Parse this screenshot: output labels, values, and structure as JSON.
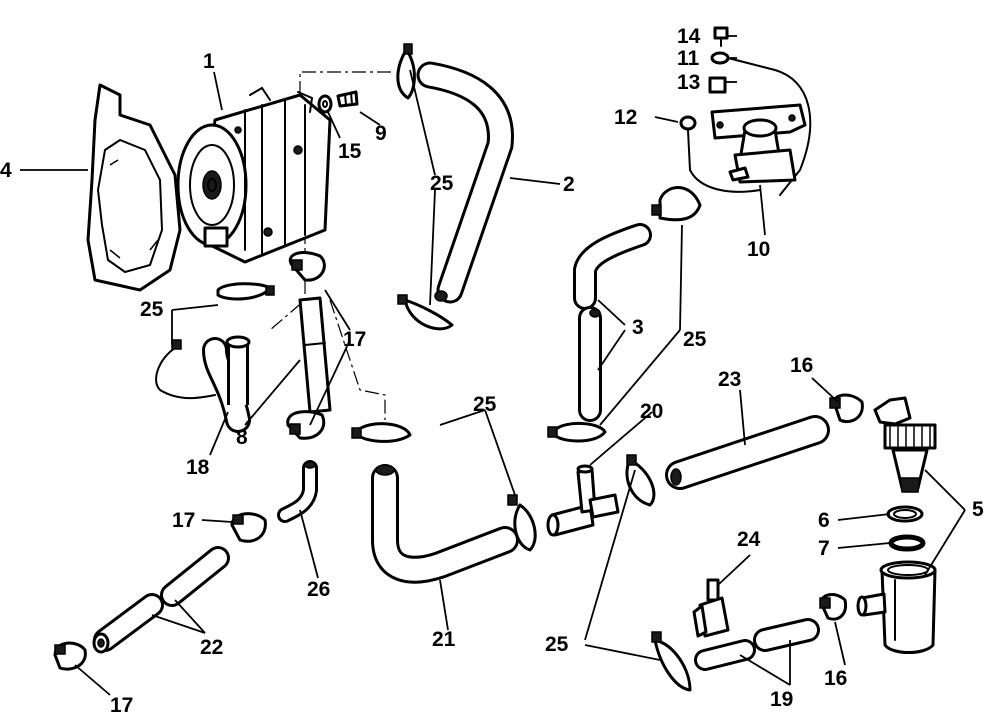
{
  "callouts": {
    "c1": "1",
    "c2": "2",
    "c3": "3",
    "c4": "4",
    "c5": "5",
    "c6": "6",
    "c7": "7",
    "c8": "8",
    "c9": "9",
    "c10": "10",
    "c11": "11",
    "c12": "12",
    "c13": "13",
    "c14": "14",
    "c15": "15",
    "c16a": "16",
    "c16b": "16",
    "c17a": "17",
    "c17b": "17",
    "c17c": "17",
    "c18": "18",
    "c19": "19",
    "c20": "20",
    "c21": "21",
    "c22": "22",
    "c23": "23",
    "c24": "24",
    "c25a": "25",
    "c25b": "25",
    "c25c": "25",
    "c25d": "25",
    "c25e": "25",
    "c26": "26"
  }
}
